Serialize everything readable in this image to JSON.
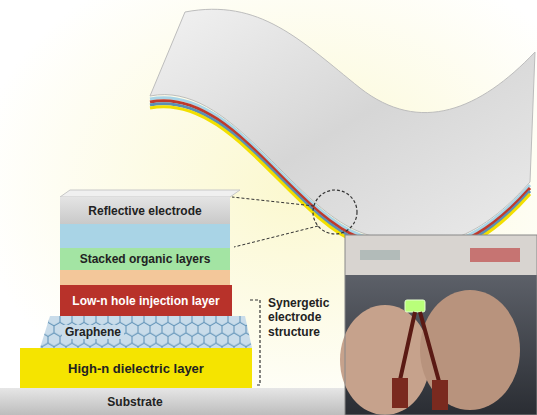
{
  "diagram": {
    "nodes": [
      {
        "text": [
          "Reflective electrode"
        ]
      },
      {
        "text": [
          "Stacked organic layers"
        ]
      },
      {
        "text": [
          "Low-n hole injection layer"
        ]
      },
      {
        "text": [
          "Graphene"
        ]
      },
      {
        "text": [
          "High-n dielectric layer"
        ]
      },
      {
        "text": [
          "Substrate"
        ]
      }
    ],
    "edges": [],
    "labels": [
      "Synergetic electrode structure"
    ]
  }
}
